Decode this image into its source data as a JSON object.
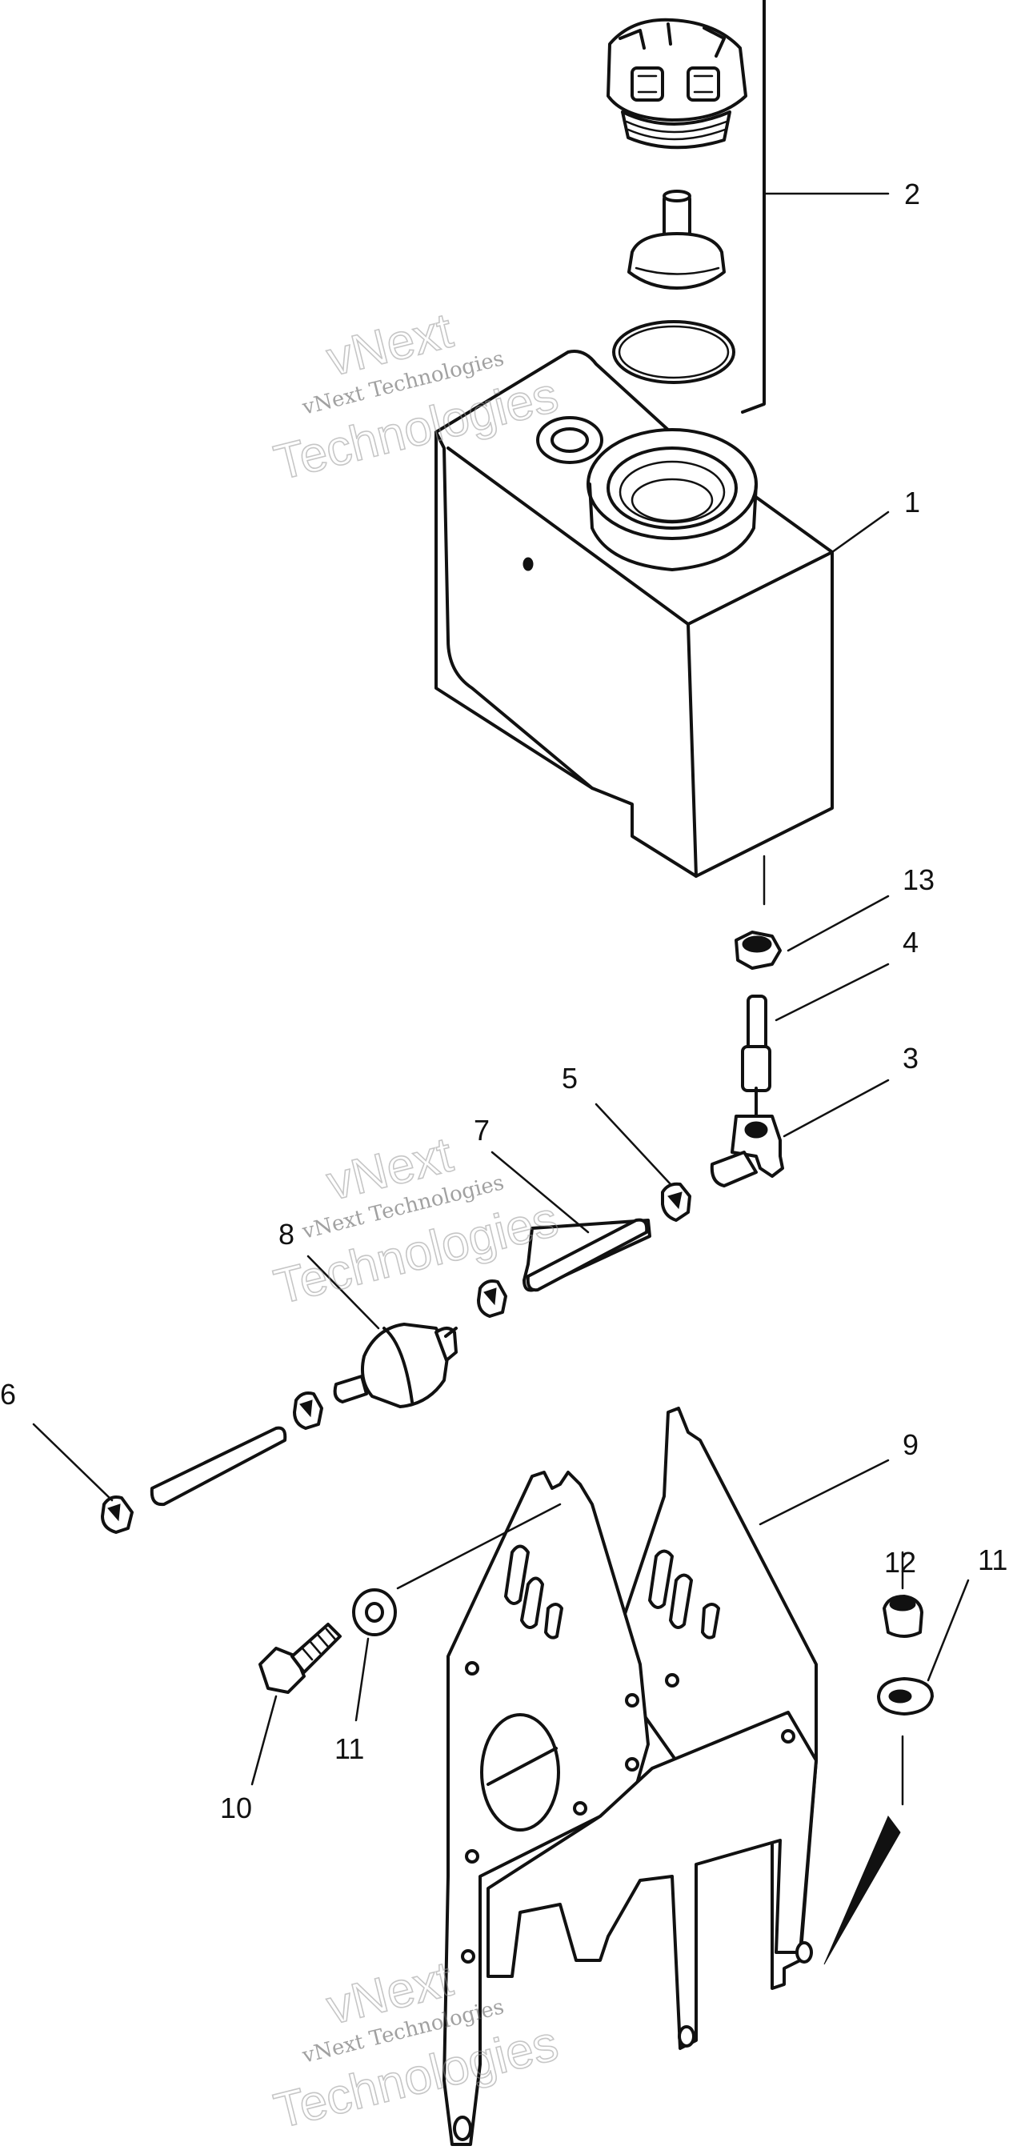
{
  "callouts": {
    "c1": "1",
    "c2": "2",
    "c3": "3",
    "c4": "4",
    "c5": "5",
    "c6": "6",
    "c7": "7",
    "c8": "8",
    "c9": "9",
    "c10": "10",
    "c11a": "11",
    "c11b": "11",
    "c12": "12",
    "c13": "13"
  },
  "watermarks": [
    {
      "small": "vNext Technologies",
      "big1": "vNext",
      "big2": "Technologies"
    },
    {
      "small": "vNext Technologies",
      "big1": "vNext",
      "big2": "Technologies"
    },
    {
      "small": "vNext Technologies",
      "big1": "vNext",
      "big2": "Technologies"
    }
  ]
}
